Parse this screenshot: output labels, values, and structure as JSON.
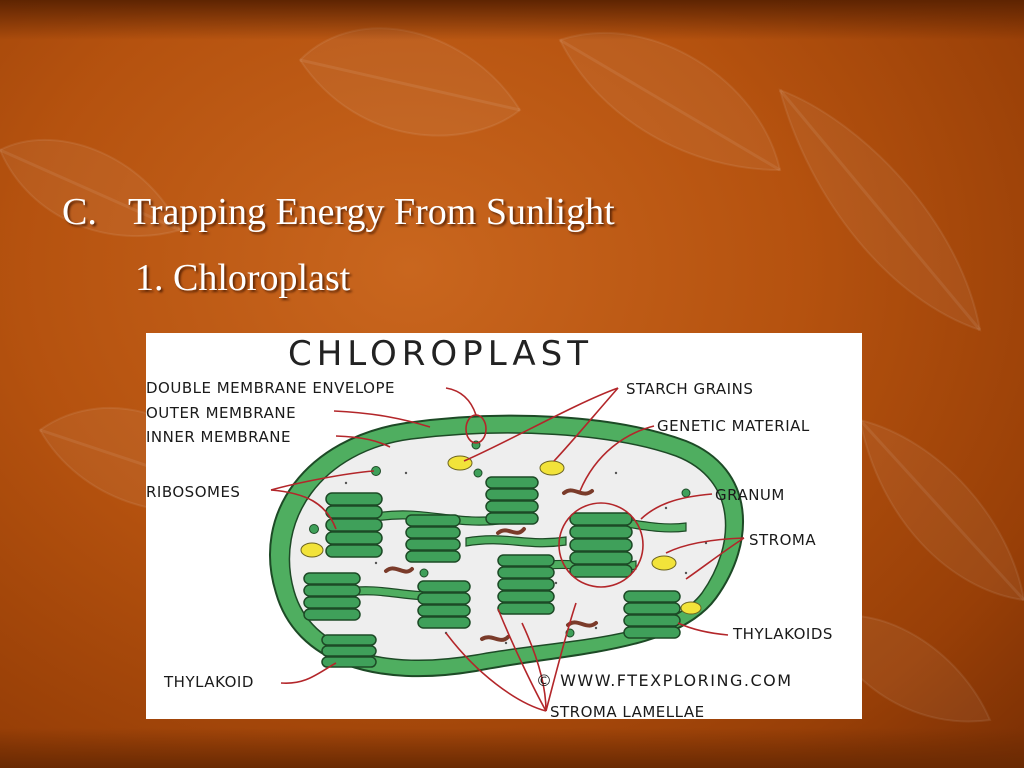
{
  "slide": {
    "heading_marker": "C.",
    "heading_text": "Trapping Energy From Sunlight",
    "subheading": "1. Chloroplast"
  },
  "diagram": {
    "title": "CHLOROPLAST",
    "labels": {
      "double_membrane_envelope": "DOUBLE MEMBRANE ENVELOPE",
      "outer_membrane": "OUTER MEMBRANE",
      "inner_membrane": "INNER MEMBRANE",
      "ribosomes": "RIBOSOMES",
      "starch_grains": "STARCH GRAINS",
      "genetic_material": "GENETIC MATERIAL",
      "granum": "GRANUM",
      "stroma": "STROMA",
      "thylakoids": "THYLAKOIDS",
      "thylakoid": "THYLAKOID",
      "stroma_lamellae": "STROMA LAMELLAE",
      "copyright": "© WWW.FTEXPLORING.COM"
    }
  },
  "colors": {
    "background": "#b5520f",
    "text": "#ffffff",
    "membrane": "#3c9a52",
    "stroma": "#eeeeee",
    "starch": "#f2e33a",
    "leader_lines": "#b3262a"
  },
  "icons": [
    "leaf-pattern"
  ]
}
